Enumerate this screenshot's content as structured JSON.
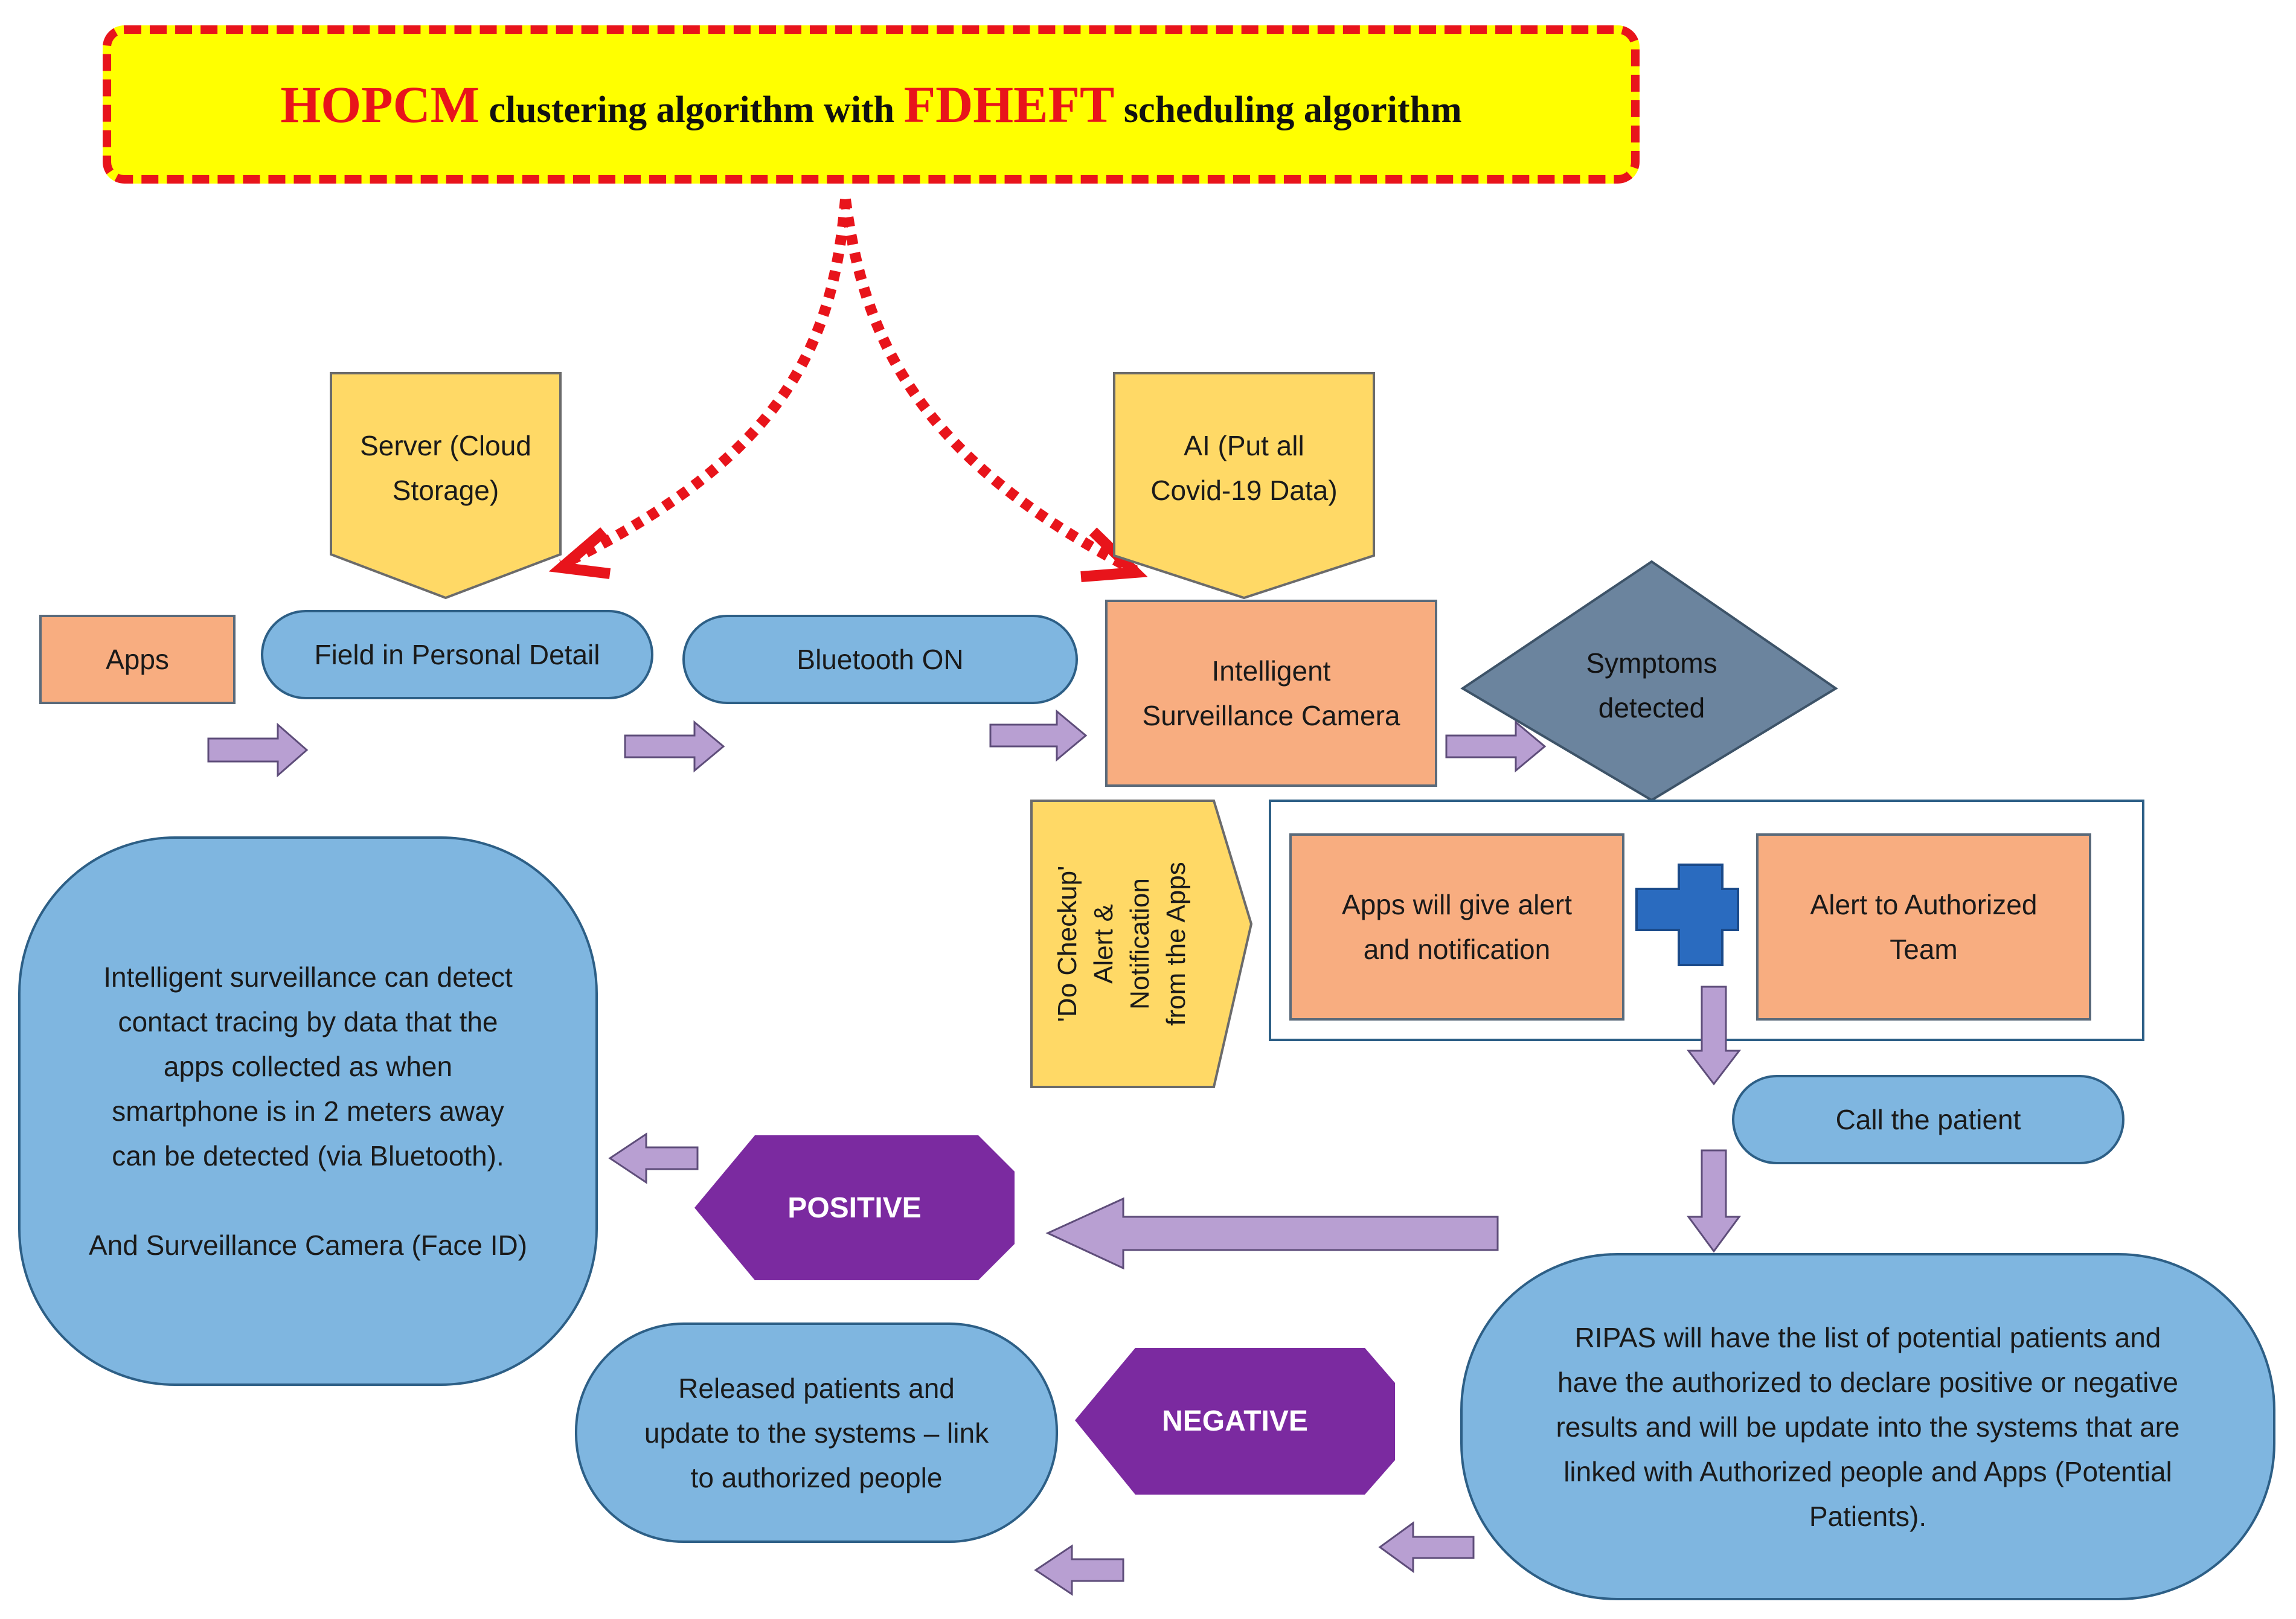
{
  "header": {
    "part1": "HOPCM",
    "part2": " clustering algorithm with ",
    "part3": "FDHEFT",
    "part4": " scheduling algorithm"
  },
  "nodes": {
    "apps": "Apps",
    "server": "Server (Cloud\nStorage)",
    "field": "Field in Personal Detail",
    "bluetooth": "Bluetooth ON",
    "ai": "AI (Put all\nCovid-19 Data)",
    "camera": "Intelligent\nSurveillance Camera",
    "symptoms": "Symptoms\ndetected",
    "checkup": "'Do Checkup'\nAlert &\nNotification\nfrom the Apps",
    "apps_alert": "Apps will give alert\nand notification",
    "alert_team": "Alert to Authorized\nTeam",
    "call": "Call the patient",
    "surveillance_text": "Intelligent surveillance can detect\ncontact tracing by data that the\napps collected as when\nsmartphone is in 2 meters away\ncan be detected (via Bluetooth).\n\nAnd Surveillance Camera (Face ID)",
    "positive": "POSITIVE",
    "negative": "NEGATIVE",
    "released": "Released patients and\nupdate to the systems – link\nto authorized people",
    "ripas": "RIPAS will have the list of potential patients and\nhave the authorized to declare positive or negative\nresults and will be update into the systems that are\nlinked with Authorized people and Apps (Potential\nPatients)."
  },
  "colors": {
    "banner_fill": "#ffff00",
    "banner_border": "#e8141b",
    "orange": "#f8ad80",
    "blue": "#7fb6e0",
    "yellow": "#ffd966",
    "purple": "#7b2aa0",
    "diamond": "#6b849e",
    "arrow": "#b89fd2",
    "cross": "#2a6bbf"
  }
}
